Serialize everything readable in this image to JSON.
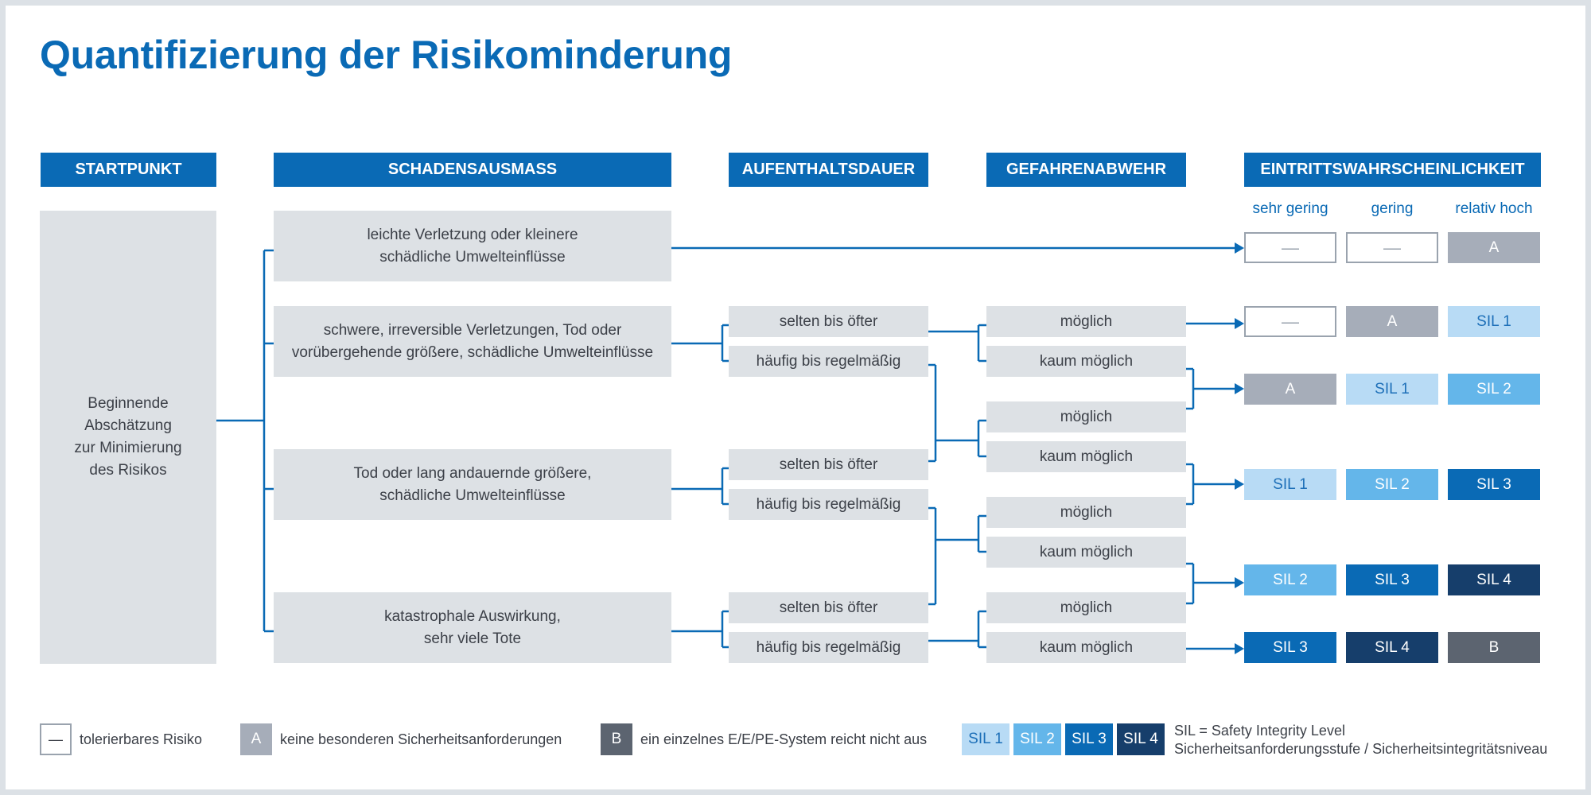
{
  "title": "Quantifizierung der Risikominderung",
  "headers": {
    "startpunkt": "STARTPUNKT",
    "schadensausmass": "SCHADENSAUSMASS",
    "aufenthaltsdauer": "AUFENTHALTSDAUER",
    "gefahrenabwehr": "GEFAHRENABWEHR",
    "eintrittswahrscheinlichkeit": "EINTRITTSWAHRSCHEINLICHKEIT"
  },
  "start": "Beginnende\nAbschätzung\nzur Minimierung\ndes Risikos",
  "severity": [
    "leichte Verletzung oder kleinere\nschädliche Umwelteinflüsse",
    "schwere, irreversible Verletzungen, Tod oder\nvorübergehende größere, schädliche Umwelteinflüsse",
    "Tod oder lang andauernde größere,\nschädliche Umwelteinflüsse",
    "katastrophale Auswirkung,\nsehr viele Tote"
  ],
  "duration": {
    "selten": "selten bis öfter",
    "haeufig": "häufig bis regelmäßig"
  },
  "defense": {
    "moeglich": "möglich",
    "kaum": "kaum möglich"
  },
  "probability_labels": [
    "sehr gering",
    "gering",
    "relativ hoch"
  ],
  "result_rows": [
    [
      "—",
      "—",
      "A"
    ],
    [
      "—",
      "A",
      "SIL 1"
    ],
    [
      "A",
      "SIL 1",
      "SIL 2"
    ],
    [
      "SIL 1",
      "SIL 2",
      "SIL 3"
    ],
    [
      "SIL 2",
      "SIL 3",
      "SIL 4"
    ],
    [
      "SIL 3",
      "SIL 4",
      "B"
    ]
  ],
  "legend": {
    "tol_symbol": "—",
    "tol_text": "tolerierbares Risiko",
    "a_symbol": "A",
    "a_text": "keine besonderen Sicherheitsanforderungen",
    "b_symbol": "B",
    "b_text": "ein einzelnes E/E/PE-System reicht nicht aus",
    "sil": [
      "SIL 1",
      "SIL 2",
      "SIL 3",
      "SIL 4"
    ],
    "sil_line1": "SIL = Safety Integrity Level",
    "sil_line2": "Sicherheitsanforderungsstufe / Sicherheitsintegritätsniveau"
  },
  "colors": {
    "brand_blue": "#0a6ab5",
    "box_gray": "#dde1e5",
    "a_gray": "#a6adb9",
    "b_gray": "#5c6470",
    "sil1": "#b8dbf5",
    "sil2": "#64b6ea",
    "sil3": "#0a6ab5",
    "sil4": "#163e6b"
  }
}
